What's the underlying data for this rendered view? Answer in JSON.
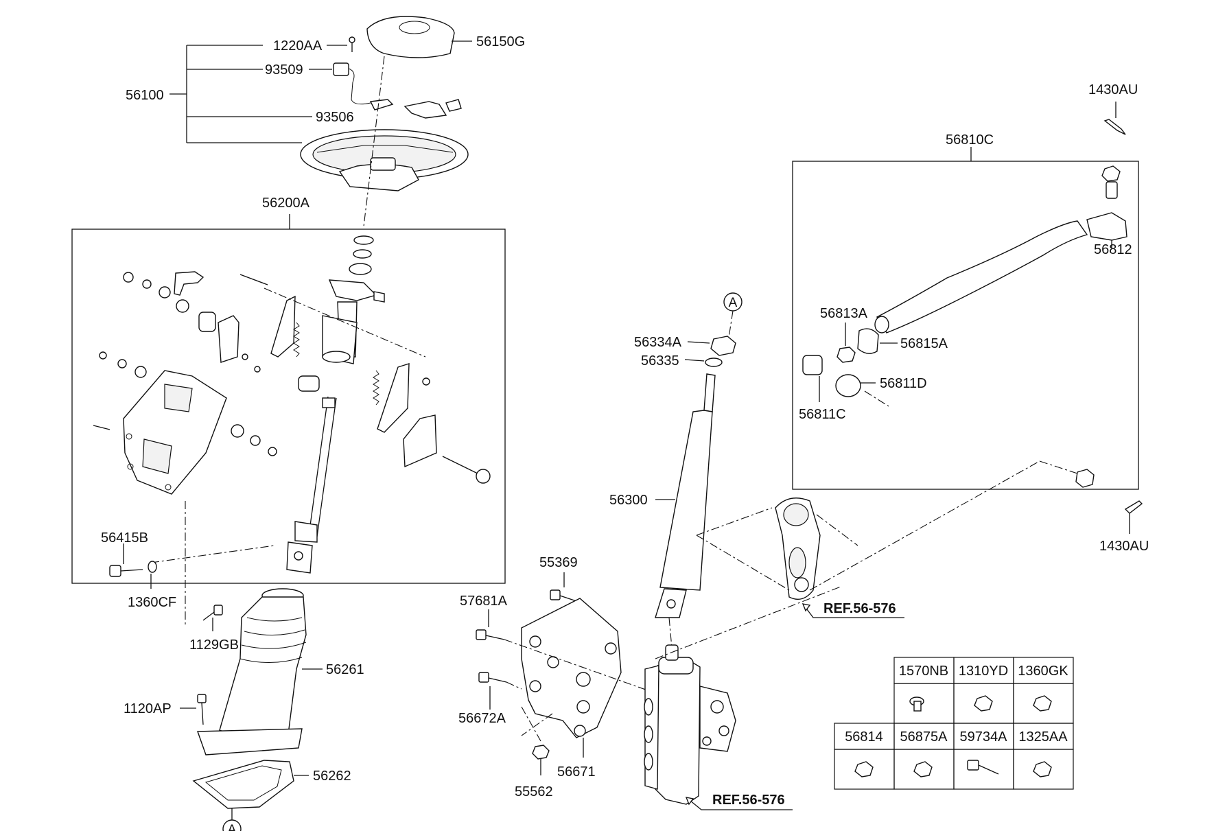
{
  "labels": {
    "p1220AA": "1220AA",
    "p56150G": "56150G",
    "p93509": "93509",
    "p56100": "56100",
    "p93506": "93506",
    "p56200A": "56200A",
    "p56415B": "56415B",
    "p1360CF": "1360CF",
    "p1129GB": "1129GB",
    "p56261": "56261",
    "p1120AP": "1120AP",
    "p56262": "56262",
    "p56334A": "56334A",
    "p56335": "56335",
    "p56300": "56300",
    "p55369": "55369",
    "p57681A": "57681A",
    "p56672A": "56672A",
    "p56671": "56671",
    "p55562": "55562",
    "p1430AU_top": "1430AU",
    "p56810C": "56810C",
    "p56812": "56812",
    "p56813A": "56813A",
    "p56815A": "56815A",
    "p56811D": "56811D",
    "p56811C": "56811C",
    "p1430AU_bottom": "1430AU"
  },
  "refs": {
    "upper": "REF.56-576",
    "lower": "REF.56-576"
  },
  "markers": {
    "a_top": "A",
    "a_bottom": "A"
  },
  "table": {
    "row1": [
      "1570NB",
      "1310YD",
      "1360GK"
    ],
    "row2": [
      "56814",
      "56875A",
      "59734A",
      "1325AA"
    ]
  },
  "icons": {
    "steering-wheel": "steering-wheel-icon",
    "horn-pad": "horn-pad-icon",
    "gear-box": "steering-gear-box-icon",
    "drag-link": "drag-link-icon",
    "pitman-arm": "pitman-arm-icon"
  }
}
